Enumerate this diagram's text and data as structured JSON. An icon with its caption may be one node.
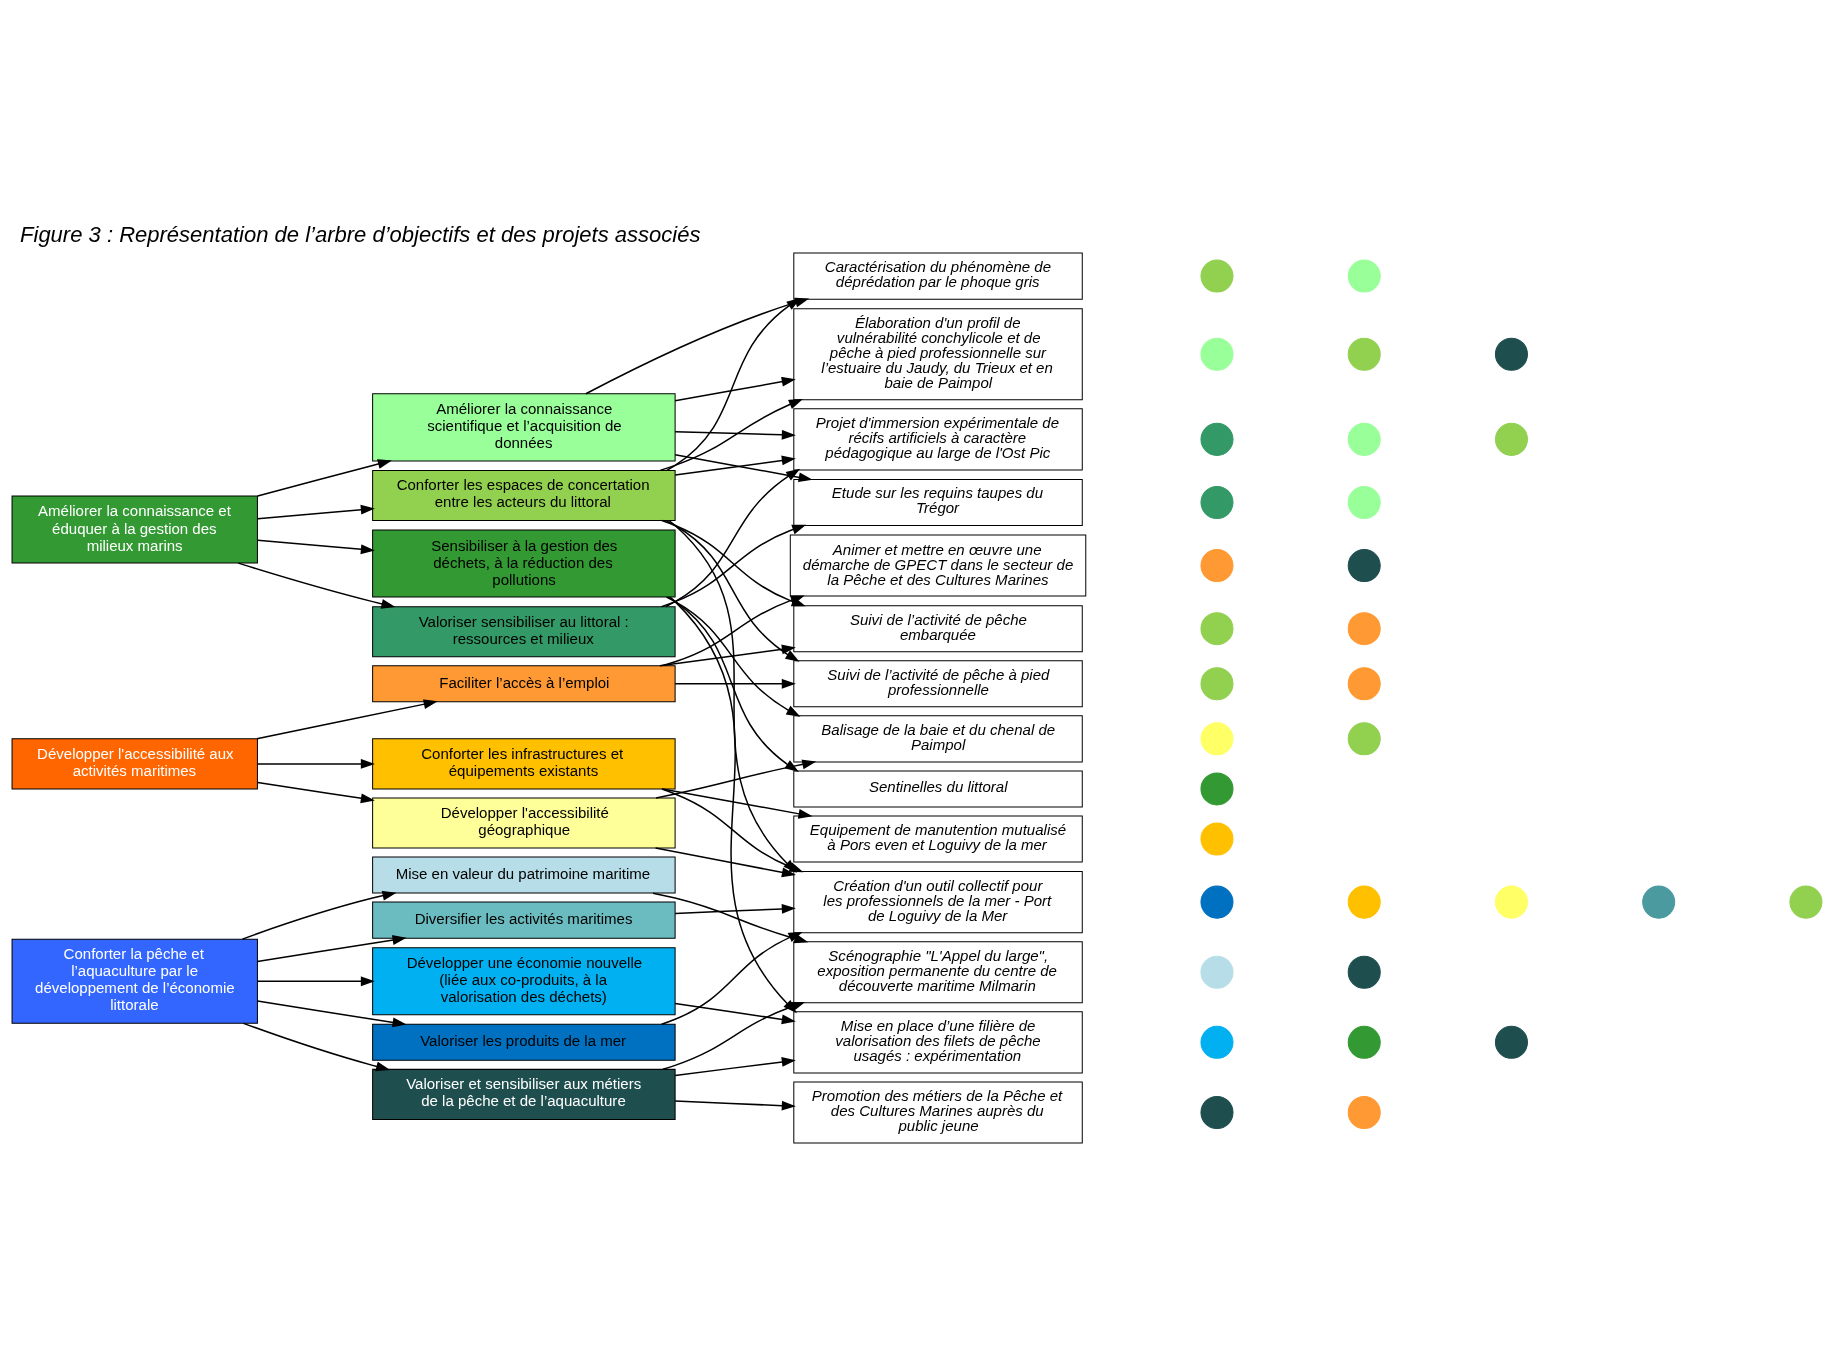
{
  "diagram": {
    "title": "Figure 3 : Représentation de l’arbre d’objectifs et des projets associés",
    "nodes": [
      {
        "text": [
          "Développer l'accessibilité aux activités maritimes"
        ]
      },
      {
        "text": [
          "Améliorer la connaissance et éduquer à la gestion des milieux marins"
        ]
      },
      {
        "text": [
          "Conforter la pêche et l’aquaculture par le développement de l’économie littorale"
        ]
      },
      {
        "text": [
          "Faciliter l’accès à l’emploi"
        ]
      },
      {
        "text": [
          "Conforter les infrastructures et équipements existants"
        ]
      },
      {
        "text": [
          "Développer l'accessibilité géographique"
        ]
      },
      {
        "text": [
          "Améliorer la connaissance scientifique et l’acquisition de données"
        ]
      },
      {
        "text": [
          "Conforter les espaces de concertation entre les acteurs du littoral"
        ]
      },
      {
        "text": [
          "Sensibiliser à la gestion des déchets, à la réduction des pollutions"
        ]
      },
      {
        "text": [
          "Valoriser sensibiliser au littoral : ressources et milieux"
        ]
      },
      {
        "text": [
          "Mise en valeur du patrimoine maritime"
        ]
      },
      {
        "text": [
          "Diversifier les activités maritimes"
        ]
      },
      {
        "text": [
          "Développer une économie nouvelle (liée aux co-produits, à la valorisation des déchets)"
        ]
      },
      {
        "text": [
          "Valoriser les produits de la mer"
        ]
      },
      {
        "text": [
          "Valoriser et sensibiliser aux métiers de la pêche et de l’aquaculture"
        ]
      },
      {
        "text": [
          "Equipement de manutention mutualisé à Pors even et Loguivy de la mer"
        ]
      },
      {
        "text": [
          "Animer et mettre en œuvre une démarche de GPECT dans le secteur de la Pêche et des Cultures Marines"
        ]
      },
      {
        "text": [
          "Balisage de la baie et du chenal de Paimpol"
        ]
      },
      {
        "text": [
          "Caractérisation du phénomène de déprédation par le phoque gris"
        ]
      },
      {
        "text": [
          "Suivi de l’activité de pêche embarquée"
        ]
      },
      {
        "text": [
          "Suivi de l’activité de pêche à pied professionnelle"
        ]
      },
      {
        "text": [
          "Élaboration d'un profil de vulnérabilité conchylicole et de pêche à pied professionnelle sur l’estuaire du Jaudy, du Trieux et en baie de Paimpol"
        ]
      },
      {
        "text": [
          "Projet d'immersion expérimentale de récifs artificiels à caractère pédagogique au large de l'Ost Pic"
        ]
      },
      {
        "text": [
          "Scénographie \"L'Appel du large\", exposition permanente du centre de découverte maritime Milmarin"
        ]
      },
      {
        "text": [
          "Sentinelles du littoral"
        ]
      },
      {
        "text": [
          "Etude sur les requins taupes du Trégor"
        ]
      },
      {
        "text": [
          "Création d'un outil collectif pour les professionnels de la mer - Port de Loguivy de la Mer"
        ]
      },
      {
        "text": [
          "Mise en place d’une filière de valorisation des filets de pêche usagés : expérimentation"
        ]
      },
      {
        "text": [
          "Promotion des métiers de la Pêche et des Cultures Marines auprès du public jeune"
        ]
      },
      {
        "text": [],
        "shape": "circle"
      },
      {
        "text": [],
        "shape": "circle"
      },
      {
        "text": [],
        "shape": "circle"
      },
      {
        "text": [],
        "shape": "circle"
      },
      {
        "text": [],
        "shape": "circle"
      },
      {
        "text": [],
        "shape": "circle"
      },
      {
        "text": [],
        "shape": "circle"
      },
      {
        "text": [],
        "shape": "circle"
      },
      {
        "text": [],
        "shape": "circle"
      },
      {
        "text": [],
        "shape": "circle"
      },
      {
        "text": [],
        "shape": "circle"
      },
      {
        "text": [],
        "shape": "circle"
      },
      {
        "text": [],
        "shape": "circle"
      },
      {
        "text": [],
        "shape": "circle"
      },
      {
        "text": [],
        "shape": "circle"
      },
      {
        "text": [],
        "shape": "circle"
      },
      {
        "text": [],
        "shape": "circle"
      },
      {
        "text": [],
        "shape": "circle"
      },
      {
        "text": [],
        "shape": "circle"
      },
      {
        "text": [],
        "shape": "circle"
      },
      {
        "text": [],
        "shape": "circle"
      },
      {
        "text": [],
        "shape": "circle"
      },
      {
        "text": [],
        "shape": "circle"
      },
      {
        "text": [],
        "shape": "circle"
      },
      {
        "text": [],
        "shape": "circle"
      },
      {
        "text": [],
        "shape": "circle"
      },
      {
        "text": [],
        "shape": "circle"
      },
      {
        "text": [],
        "shape": "circle"
      },
      {
        "text": [],
        "shape": "circle"
      },
      {
        "text": [],
        "shape": "circle"
      },
      {
        "text": [],
        "shape": "circle"
      },
      {
        "text": [],
        "shape": "circle"
      }
    ],
    "edges": [
      {
        "from": 0,
        "to": 3,
        "arrow": "to"
      },
      {
        "from": 0,
        "to": 4,
        "arrow": "to"
      },
      {
        "from": 0,
        "to": 5,
        "arrow": "to"
      },
      {
        "from": 1,
        "to": 6,
        "arrow": "to"
      },
      {
        "from": 1,
        "to": 7,
        "arrow": "to"
      },
      {
        "from": 1,
        "to": 8,
        "arrow": "to"
      },
      {
        "from": 1,
        "to": 9,
        "arrow": "to"
      },
      {
        "from": 2,
        "to": 10,
        "arrow": "to"
      },
      {
        "from": 2,
        "to": 11,
        "arrow": "to"
      },
      {
        "from": 2,
        "to": 12,
        "arrow": "to"
      },
      {
        "from": 2,
        "to": 13,
        "arrow": "to"
      },
      {
        "from": 2,
        "to": 14,
        "arrow": "to"
      },
      {
        "from": 3,
        "to": 16,
        "arrow": "to"
      },
      {
        "from": 3,
        "to": 19,
        "arrow": "to"
      },
      {
        "from": 3,
        "to": 20,
        "arrow": "to"
      },
      {
        "from": 4,
        "to": 15,
        "arrow": "to"
      },
      {
        "from": 4,
        "to": 26,
        "arrow": "to"
      },
      {
        "from": 5,
        "to": 17,
        "arrow": "to"
      },
      {
        "from": 5,
        "to": 26,
        "arrow": "to"
      },
      {
        "from": 6,
        "to": 18,
        "arrow": "to"
      },
      {
        "from": 6,
        "to": 21,
        "arrow": "to"
      },
      {
        "from": 6,
        "to": 22,
        "arrow": "to"
      },
      {
        "from": 6,
        "to": 25,
        "arrow": "to"
      },
      {
        "from": 7,
        "to": 18,
        "arrow": "to"
      },
      {
        "from": 7,
        "to": 19,
        "arrow": "to"
      },
      {
        "from": 7,
        "to": 20,
        "arrow": "to"
      },
      {
        "from": 7,
        "to": 21,
        "arrow": "to"
      },
      {
        "from": 7,
        "to": 22,
        "arrow": "to"
      },
      {
        "from": 7,
        "to": 26,
        "arrow": "to"
      },
      {
        "from": 8,
        "to": 17,
        "arrow": "to"
      },
      {
        "from": 8,
        "to": 24,
        "arrow": "to"
      },
      {
        "from": 8,
        "to": 27,
        "arrow": "to"
      },
      {
        "from": 9,
        "to": 22,
        "arrow": "to"
      },
      {
        "from": 9,
        "to": 25,
        "arrow": "to"
      },
      {
        "from": 10,
        "to": 23,
        "arrow": "to"
      },
      {
        "from": 11,
        "to": 26,
        "arrow": "to"
      },
      {
        "from": 12,
        "to": 27,
        "arrow": "to"
      },
      {
        "from": 13,
        "to": 26,
        "arrow": "to"
      },
      {
        "from": 14,
        "to": 23,
        "arrow": "to"
      },
      {
        "from": 14,
        "to": 27,
        "arrow": "to"
      },
      {
        "from": 14,
        "to": 28,
        "arrow": "to"
      }
    ]
  }
}
